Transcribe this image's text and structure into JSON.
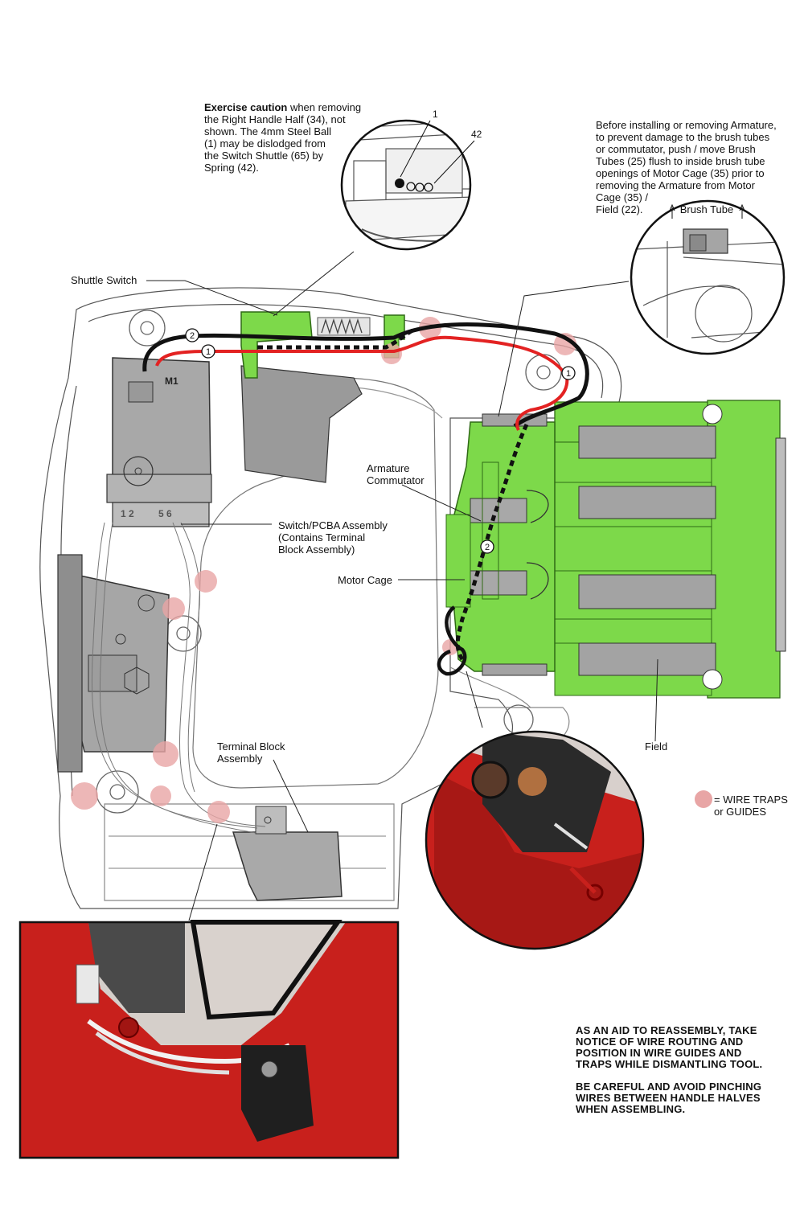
{
  "caution": {
    "bold": "Exercise caution",
    "rest": " when removing\nthe Right Handle Half (34), not\nshown. The 4mm Steel Ball\n(1) may be dislodged from\nthe Switch Shuttle (65) by\nSpring (42)."
  },
  "armature_note": "Before installing or removing Armature,\nto prevent damage to the brush tubes\nor commutator, push / move Brush\nTubes (25) flush to inside brush tube\nopenings of Motor Cage (35) prior to\nremoving the Armature from Motor\nCage (35) /\nField (22).",
  "labels": {
    "shuttle_switch": "Shuttle Switch",
    "armature_commutator": "Armature\nCommutator",
    "switch_pcba": "Switch/PCBA Assembly\n(Contains Terminal\nBlock Assembly)",
    "motor_cage": "Motor Cage",
    "terminal_block": "Terminal Block\nAssembly",
    "field": "Field",
    "brush_tube": "Brush Tube",
    "m1": "M1",
    "t12": "1 2",
    "t56": "5 6"
  },
  "callouts": {
    "ball": "1",
    "spring": "42",
    "wire1": "1",
    "wire2": "2"
  },
  "legend": {
    "text": "= WIRE TRAPS\nor GUIDES",
    "color": "#e8a5a5"
  },
  "reassembly_note": "AS AN AID TO REASSEMBLY, TAKE\nNOTICE OF WIRE ROUTING AND\nPOSITION IN WIRE GUIDES AND\nTRAPS WHILE DISMANTLING TOOL.\n\nBE CAREFUL AND AVOID PINCHING\nWIRES BETWEEN HANDLE HALVES\nWHEN ASSEMBLING.",
  "colors": {
    "green": "#7dd94a",
    "green_dark": "#3f8f1f",
    "red_wire": "#e32222",
    "trap": "#e8a5a5",
    "housing_red": "#c8201c"
  }
}
